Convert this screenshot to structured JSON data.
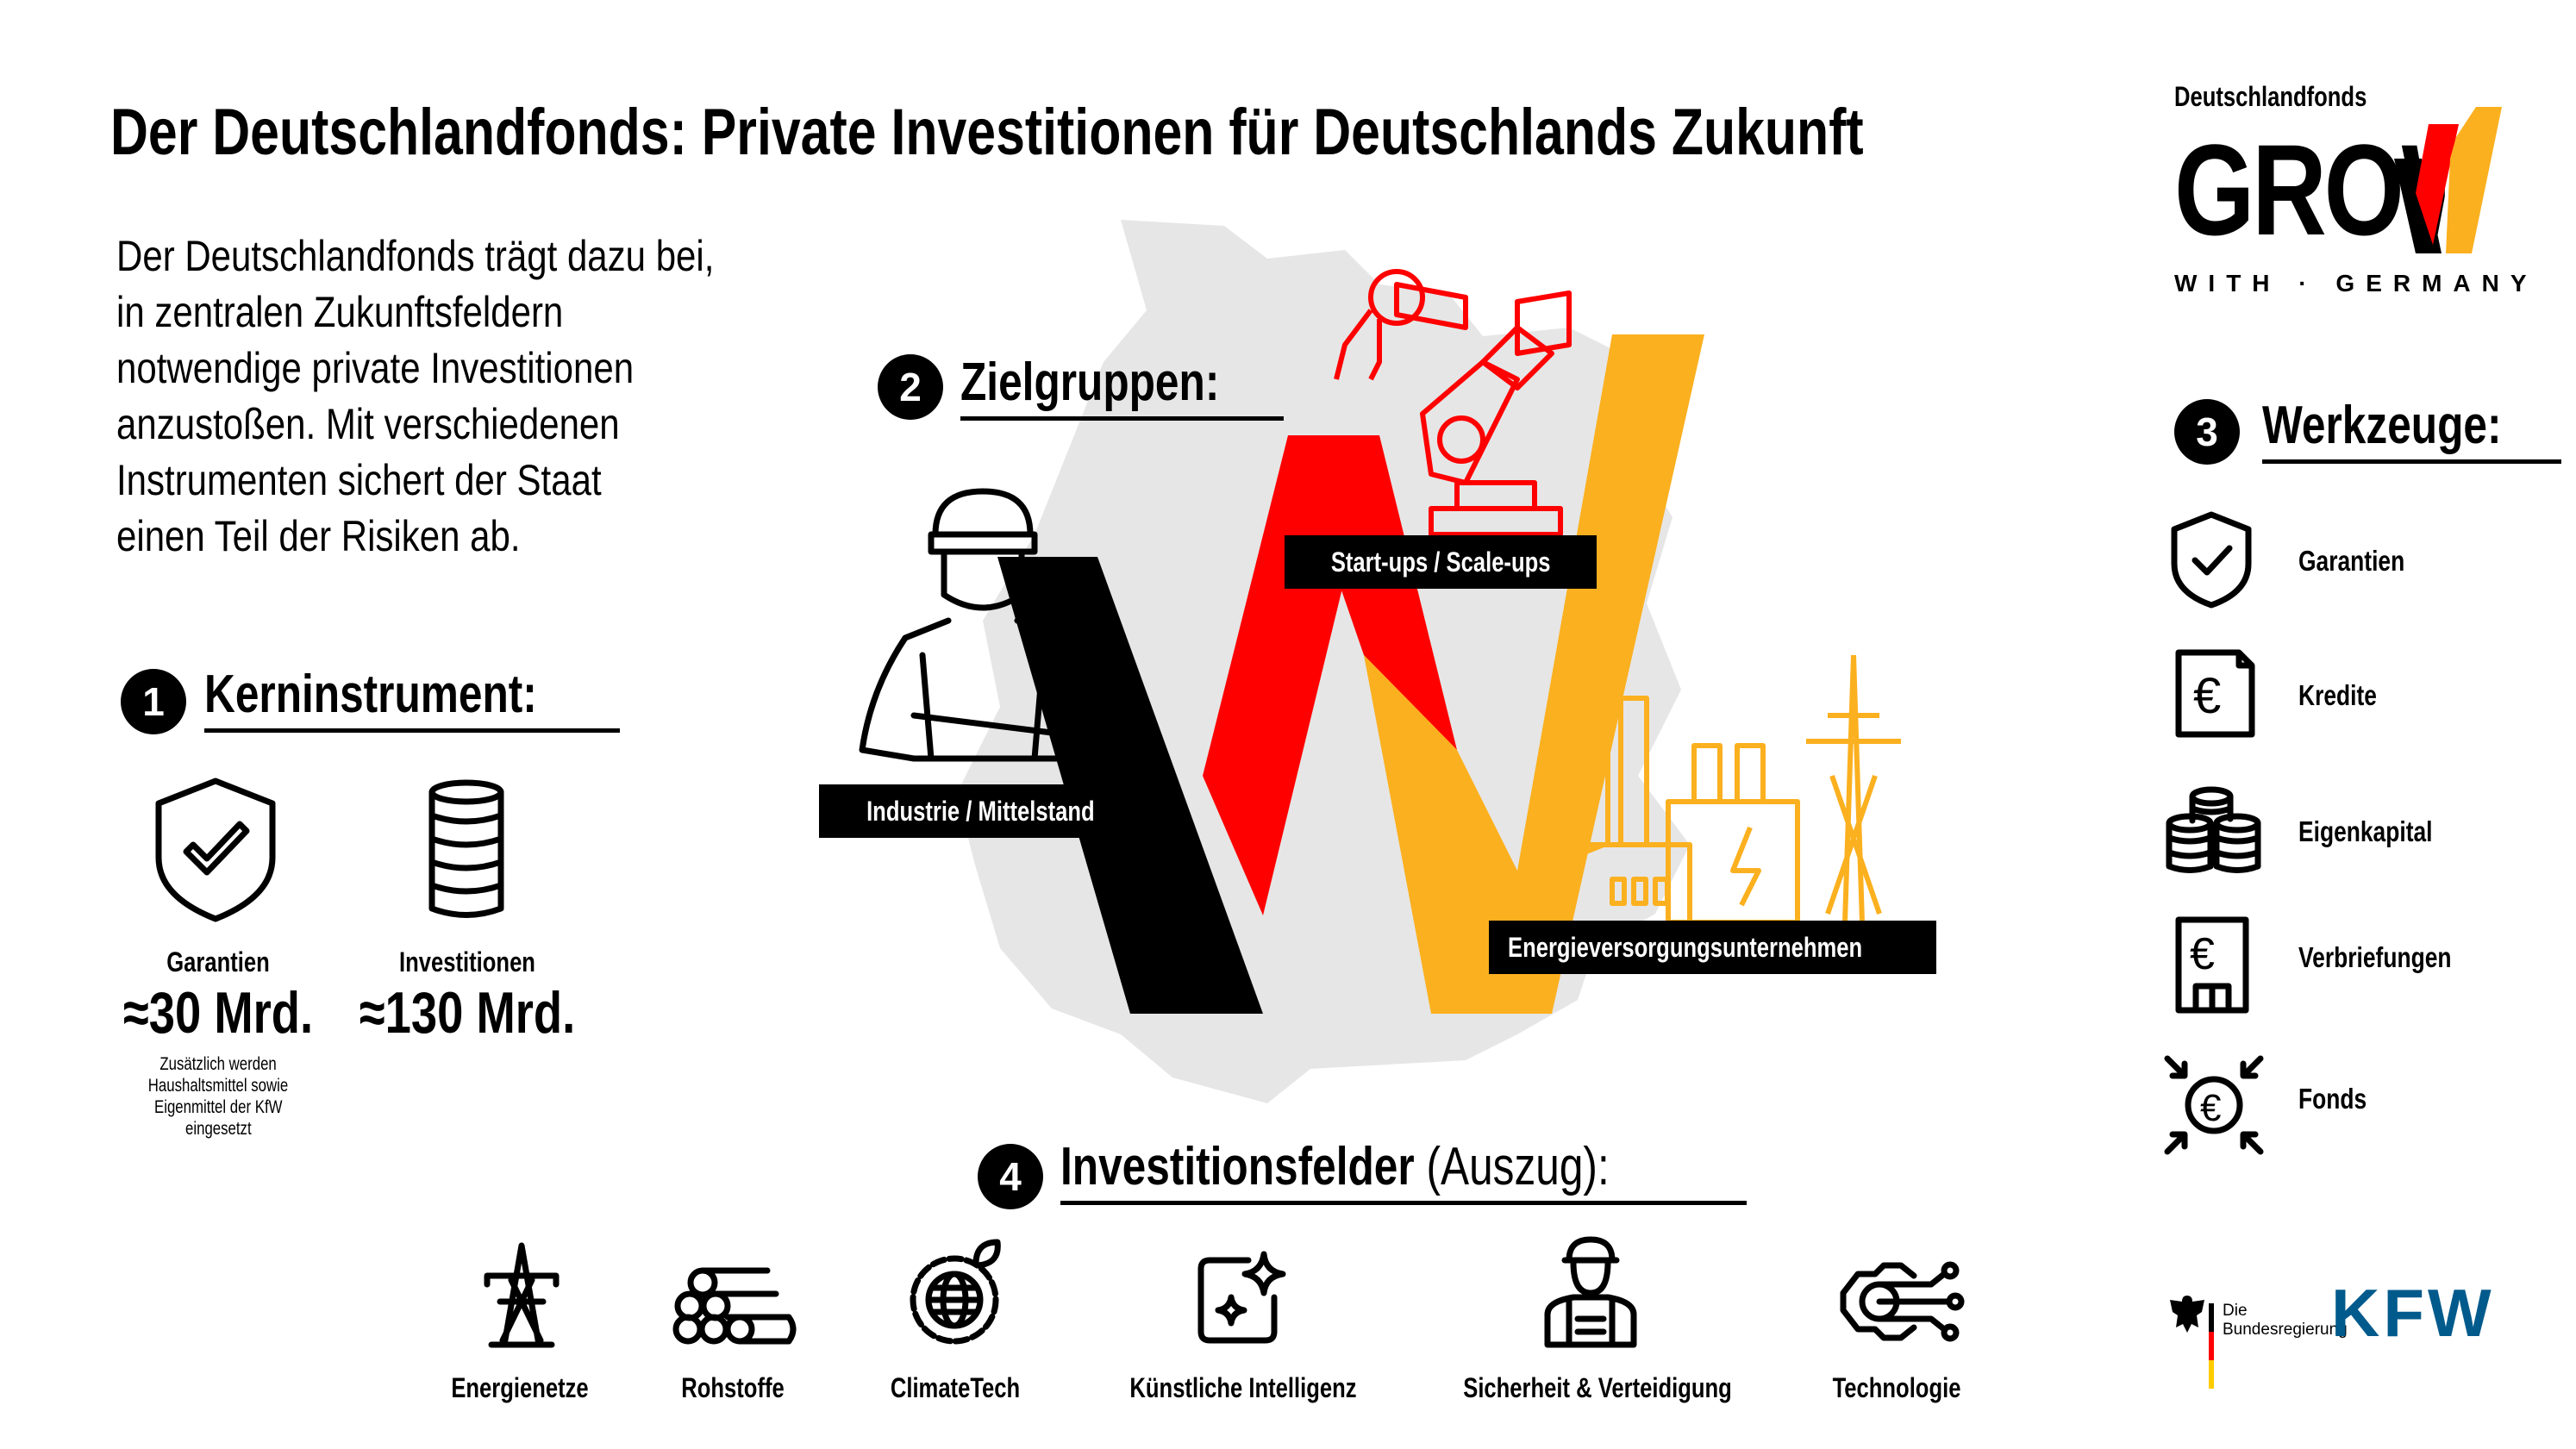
{
  "title": "Der Deutschlandfonds: Private Investitionen für Deutschlands Zukunft",
  "intro_lines": [
    "Der Deutschlandfonds trägt dazu bei,",
    "in zentralen Zukunftsfeldern",
    "notwendige private Investitionen",
    "anzustoßen. Mit verschiedenen",
    "Instrumenten sichert der Staat",
    "einen Teil der Risiken ab."
  ],
  "logo": {
    "top": "Deutschlandfonds",
    "main": "GROW",
    "sub": "WITH · GERMANY",
    "colors": {
      "black": "#000000",
      "red": "#FF0000",
      "gold": "#FBB01F"
    }
  },
  "section1": {
    "number": "1",
    "heading": "Kerninstrument:",
    "items": [
      {
        "label": "Garantien",
        "value": "≈30 Mrd.",
        "note": [
          "Zusätzlich werden",
          "Haushaltsmittel sowie",
          "Eigenmittel der KfW",
          "eingesetzt"
        ],
        "icon": "shield-check-icon"
      },
      {
        "label": "Investitionen",
        "value": "≈130 Mrd.",
        "icon": "database-stack-icon"
      }
    ]
  },
  "section2": {
    "number": "2",
    "heading": "Zielgruppen:",
    "groups": [
      "Start-ups / Scale-ups",
      "Industrie / Mittelstand",
      "Energieversorgungsunternehmen"
    ]
  },
  "section3": {
    "number": "3",
    "heading": "Werkzeuge:",
    "tools": [
      {
        "label": "Garantien",
        "icon": "shield-check-icon"
      },
      {
        "label": "Kredite",
        "icon": "euro-document-icon"
      },
      {
        "label": "Eigenkapital",
        "icon": "coin-stacks-icon"
      },
      {
        "label": "Verbriefungen",
        "icon": "euro-certificate-icon"
      },
      {
        "label": "Fonds",
        "icon": "euro-arrows-icon"
      }
    ]
  },
  "section4": {
    "number": "4",
    "heading": "Investitionsfelder",
    "heading_suffix": "(Auszug):",
    "fields": [
      {
        "label": "Energienetze",
        "icon": "power-pylon-icon"
      },
      {
        "label": "Rohstoffe",
        "icon": "logs-icon"
      },
      {
        "label": "ClimateTech",
        "icon": "globe-gear-leaf-icon"
      },
      {
        "label": "Künstliche Intelligenz",
        "icon": "sparkle-icon"
      },
      {
        "label": "Sicherheit & Verteidigung",
        "icon": "soldier-icon"
      },
      {
        "label": "Technologie",
        "icon": "gear-circuit-icon"
      }
    ]
  },
  "footer": {
    "bundesregierung": [
      "Die",
      "Bundesregierung"
    ],
    "kfw": "KFW",
    "kfw_color": "#005A8C"
  }
}
